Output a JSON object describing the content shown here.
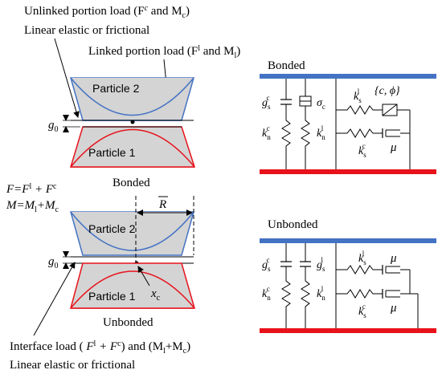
{
  "left": {
    "top_annotations": {
      "unlinked_load": "Unlinked portion load (F",
      "unlinked_sup": "c",
      "unlinked_and": " and M",
      "unlinked_sub": "c",
      "unlinked_close": ")",
      "linear_elastic_top": "Linear elastic or frictional",
      "linked_load": "Linked portion load (F",
      "linked_sup": "l",
      "linked_and": " and M",
      "linked_sub": "l",
      "linked_close": ")"
    },
    "bonded_contact": {
      "particle_2": "Particle 2",
      "particle_1": "Particle 1",
      "gap_main": "g",
      "gap_sub": "0",
      "state": "Bonded"
    },
    "equations": {
      "f_eq": "F=F",
      "f_sup1": "l",
      "f_plus": " + F",
      "f_sup2": "c",
      "m_eq": "M=M",
      "m_sub1": "l",
      "m_plus": "+M",
      "m_sub2": "c"
    },
    "unbonded_contact": {
      "particle_2": "Particle 2",
      "particle_1": "Particle 1",
      "gap_main": "g",
      "gap_sub": "0",
      "rbar": "R",
      "xc_main": "x",
      "xc_sub": "c",
      "state": "Unbonded"
    },
    "bottom_annotations": {
      "interface_load": "Interface load (",
      "il_F": " F",
      "il_sup1": "l",
      "il_plus": " + F",
      "il_sup2": "c",
      "il_and": ") and (M",
      "il_sub1": "l",
      "il_plus2": "+M",
      "il_sub2": "c",
      "il_close": ")",
      "linear_elastic_bottom": "Linear elastic or frictional"
    }
  },
  "right": {
    "bonded_model": {
      "title": "Bonded",
      "gsc": "g",
      "gsc_sub": "s",
      "gsc_sup": "c",
      "knc": "k",
      "knc_sub": "n",
      "knc_sup": "c",
      "sigma": "σ",
      "sigma_sub": "c",
      "knl": "k",
      "knl_sub": "n",
      "knl_sup": "l",
      "ksl": "k",
      "ksl_sub": "s",
      "ksl_sup": "l",
      "cphi": "{c, ϕ}",
      "ksc": "k",
      "ksc_sub": "s",
      "ksc_sup": "c",
      "mu": "μ"
    },
    "unbonded_model": {
      "title": "Unbonded",
      "gsc": "g",
      "gsc_sub": "s",
      "gsc_sup": "c",
      "gsl": "g",
      "gsl_sub": "s",
      "gsl_sup": "l",
      "knc": "k",
      "knc_sub": "n",
      "knc_sup": "c",
      "knl": "k",
      "knl_sub": "n",
      "knl_sup": "l",
      "ksl": "k",
      "ksl_sub": "s",
      "ksl_sup": "l",
      "mu1": "μ",
      "ksc": "k",
      "ksc_sub": "s",
      "ksc_sup": "c",
      "mu2": "μ"
    }
  },
  "colors": {
    "top_particle_stroke": "#4472c4",
    "bottom_particle_stroke": "#e8121b",
    "particle_fill": "#d4d4d4",
    "top_plate": "#4472c4",
    "bottom_plate": "#e8121b",
    "ink": "#000000"
  }
}
